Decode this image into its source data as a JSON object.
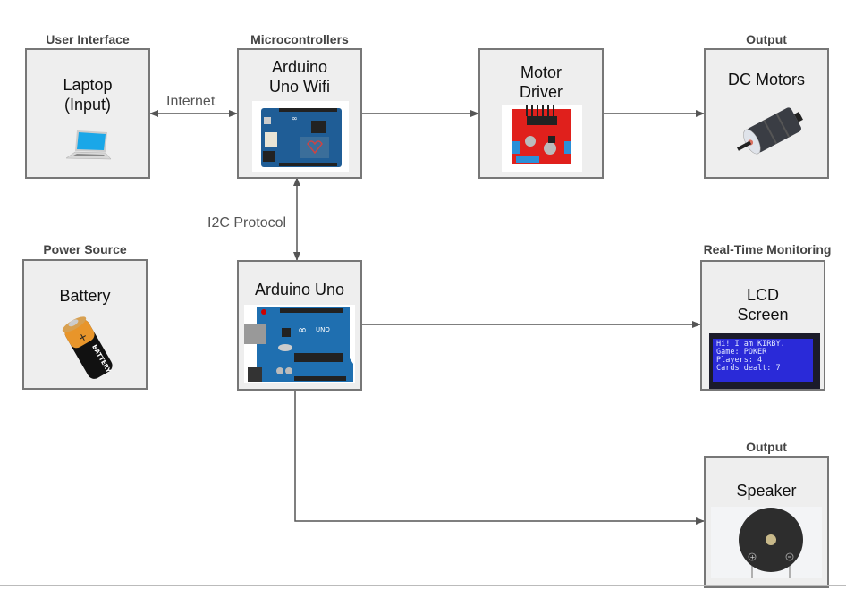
{
  "categories": {
    "user_interface": "User Interface",
    "microcontrollers": "Microcontrollers",
    "output_top": "Output",
    "power_source": "Power Source",
    "real_time_monitoring": "Real-Time Monitoring",
    "output_bottom": "Output"
  },
  "nodes": {
    "laptop": {
      "line1": "Laptop",
      "line2": "(Input)",
      "icon": "laptop-icon"
    },
    "wifi": {
      "line1": "Arduino",
      "line2": "Uno Wifi",
      "icon": "arduino-uno-wifi-board"
    },
    "motor_driver": {
      "line1": "Motor",
      "line2": "Driver",
      "icon": "motor-driver-board"
    },
    "dc_motors": {
      "line1": "DC Motors",
      "icon": "dc-motor"
    },
    "battery": {
      "line1": "Battery",
      "icon": "battery-icon",
      "battery_text": "BATTERY"
    },
    "uno": {
      "line1": "Arduino Uno",
      "icon": "arduino-uno-board"
    },
    "lcd": {
      "line1": "LCD",
      "line2": "Screen",
      "icon": "lcd-display",
      "display_lines": [
        "Hi! I am KIRBY.",
        "Game: POKER",
        "Players: 4",
        "Cards dealt: 7"
      ]
    },
    "speaker": {
      "line1": "Speaker",
      "icon": "speaker-buzzer"
    }
  },
  "edges": {
    "internet": "Internet",
    "i2c": "I2C Protocol"
  },
  "colors": {
    "box_fill": "#eeeeee",
    "box_border": "#777777",
    "arrow": "#555555",
    "arduino_blue": "#1f6fb0",
    "lcd_blue": "#2a2ad8",
    "driver_red": "#e0201c"
  }
}
